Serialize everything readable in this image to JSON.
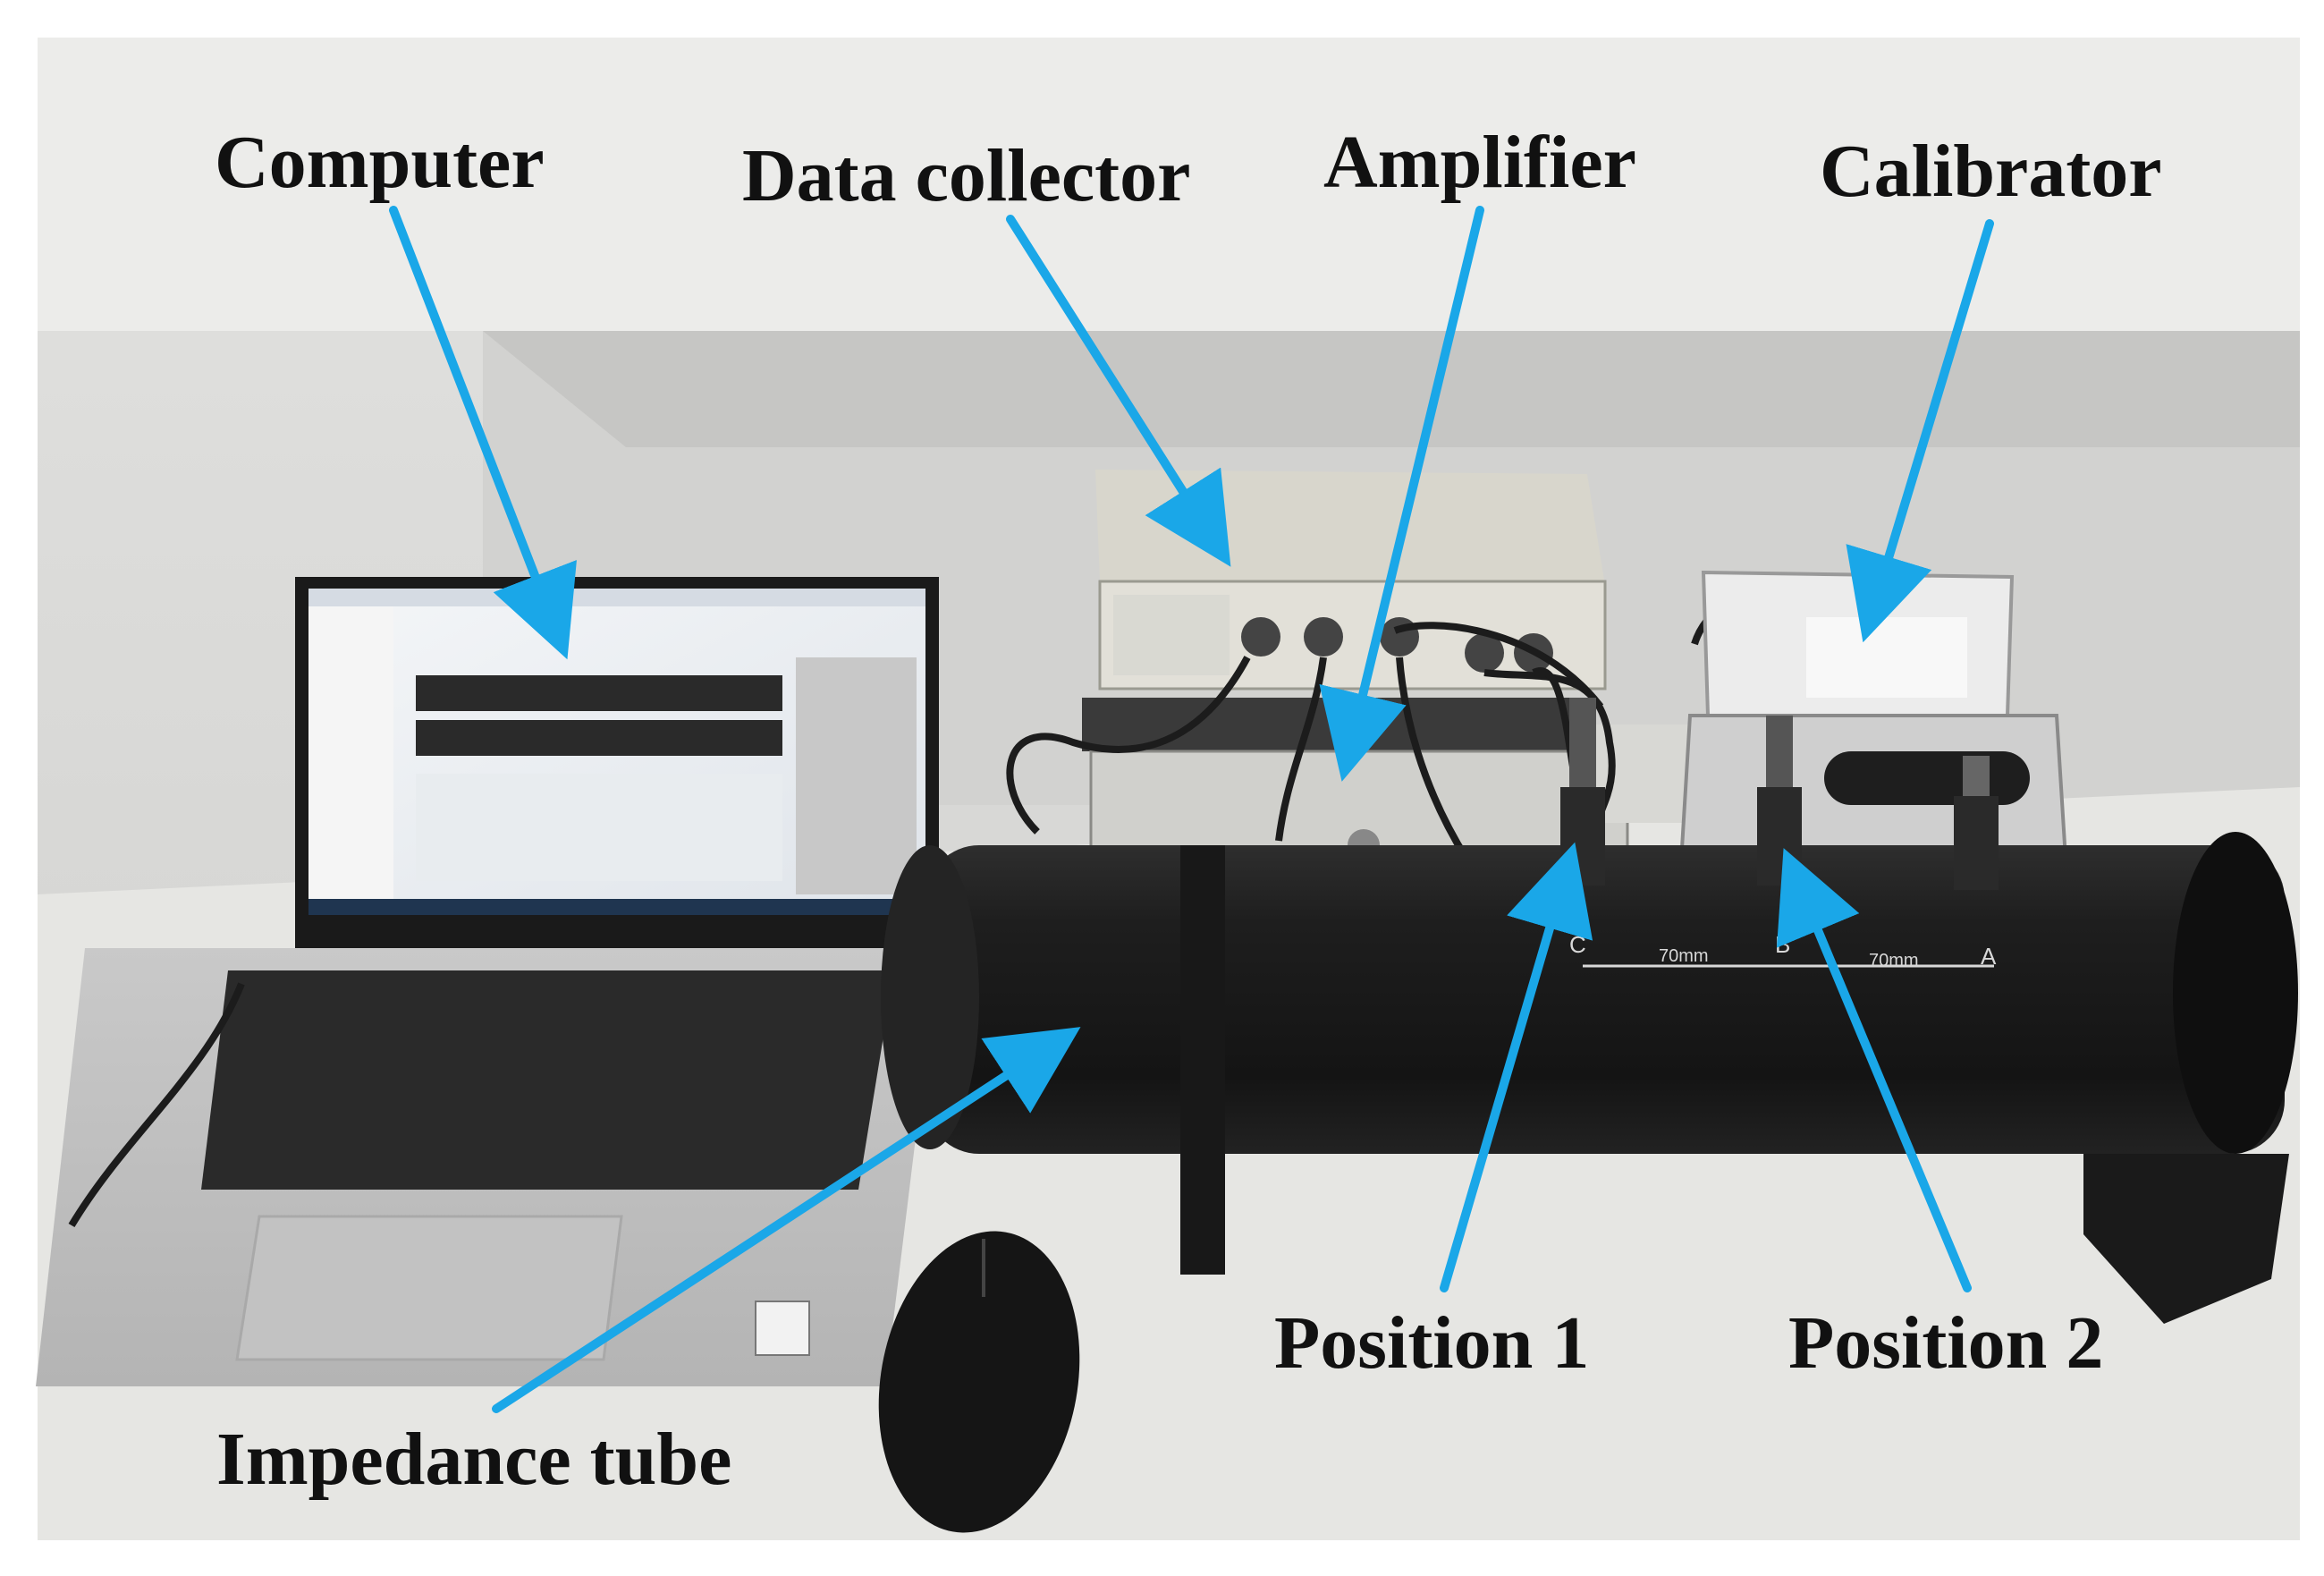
{
  "labels": {
    "computer": "Computer",
    "data_collector": "Data collector",
    "amplifier": "Amplifier",
    "calibrator": "Calibrator",
    "position_1": "Position 1",
    "position_2": "Position 2",
    "impedance_tube": "Impedance tube"
  },
  "tube_markings": {
    "point_c": "C",
    "point_b": "B",
    "point_a": "A",
    "spacing_cb": "70mm",
    "spacing_ba": "70mm"
  },
  "colors": {
    "arrow": "#1aa7e8",
    "label_text": "#111111",
    "tube": "#1b1b1b",
    "wall": "#d9d9d7",
    "table": "#e6e6e3"
  }
}
